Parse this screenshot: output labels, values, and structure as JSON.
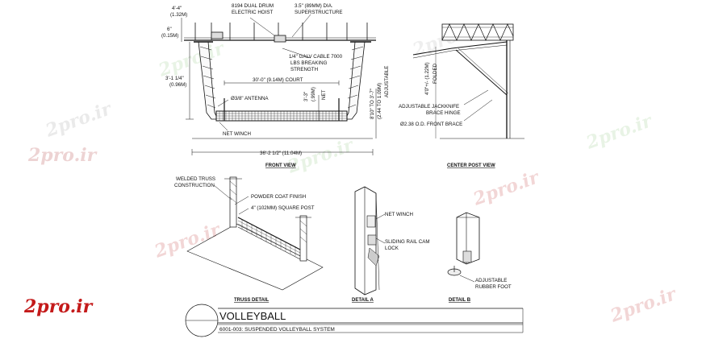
{
  "watermark": {
    "text": "2pro.ir",
    "logo_text": "2pro.ir",
    "logo_color": "#c41a1a",
    "faint_color": "#e9a3a3"
  },
  "front_view": {
    "caption": "FRONT VIEW",
    "dim_top_left": "4'-4\"",
    "dim_top_left_metric": "(1.32M)",
    "dim_6in": "6\"",
    "dim_6in_metric": "(0.15M)",
    "dim_side": "3'-1 1/4\"",
    "dim_side_metric": "(0.96M)",
    "hoist_label_1": "8194 DUAL DRUM",
    "hoist_label_2": "ELECTRIC HOIST",
    "super_label_1": "3.5\" (89MM) DIA.",
    "super_label_2": "SUPERSTRUCTURE",
    "cable_1": "1/4\" GALV CABLE 7000",
    "cable_2": "LBS BREAKING",
    "cable_3": "STRENGTH",
    "court": "30'-0\" (9.14M) COURT",
    "antenna": "Ø3/8\" ANTENNA",
    "net_h_1": "3'-3\"",
    "net_h_2": "(.99M)",
    "net_word": "NET",
    "adj_1": "8'10\" TO 3'-7\"",
    "adj_2": "(2.44 TO 1.09M)",
    "adj_3": "ADJUSTABLE",
    "winch": "NET WINCH",
    "overall": "36'-2 1/2\" (11.04M)"
  },
  "center_post": {
    "caption": "CENTER POST VIEW",
    "folded_1": "4'0\"+/- (1.22M)",
    "folded_2": "FOLDED",
    "jack_1": "ADJUSTABLE JACKKNIFE",
    "jack_2": "BRACE HINGE",
    "brace": "Ø2.38 O.D. FRONT BRACE"
  },
  "truss_detail": {
    "caption": "TRUSS DETAIL",
    "welded_1": "WELDED TRUSS",
    "welded_2": "CONSTRUCTION",
    "powder": "POWDER COAT FINISH",
    "post": "4\" (102MM) SQUARE POST"
  },
  "detail_a": {
    "caption": "DETAIL A",
    "winch": "NET WINCH",
    "cam_1": "SLIDING RAIL CAM",
    "cam_2": "LOCK"
  },
  "detail_b": {
    "caption": "DETAIL B",
    "foot_1": "ADJUSTABLE",
    "foot_2": "RUBBER FOOT"
  },
  "title_block": {
    "title": "VOLLEYBALL",
    "subtitle": "6001-003: SUSPENDED VOLLEYBALL SYSTEM"
  }
}
